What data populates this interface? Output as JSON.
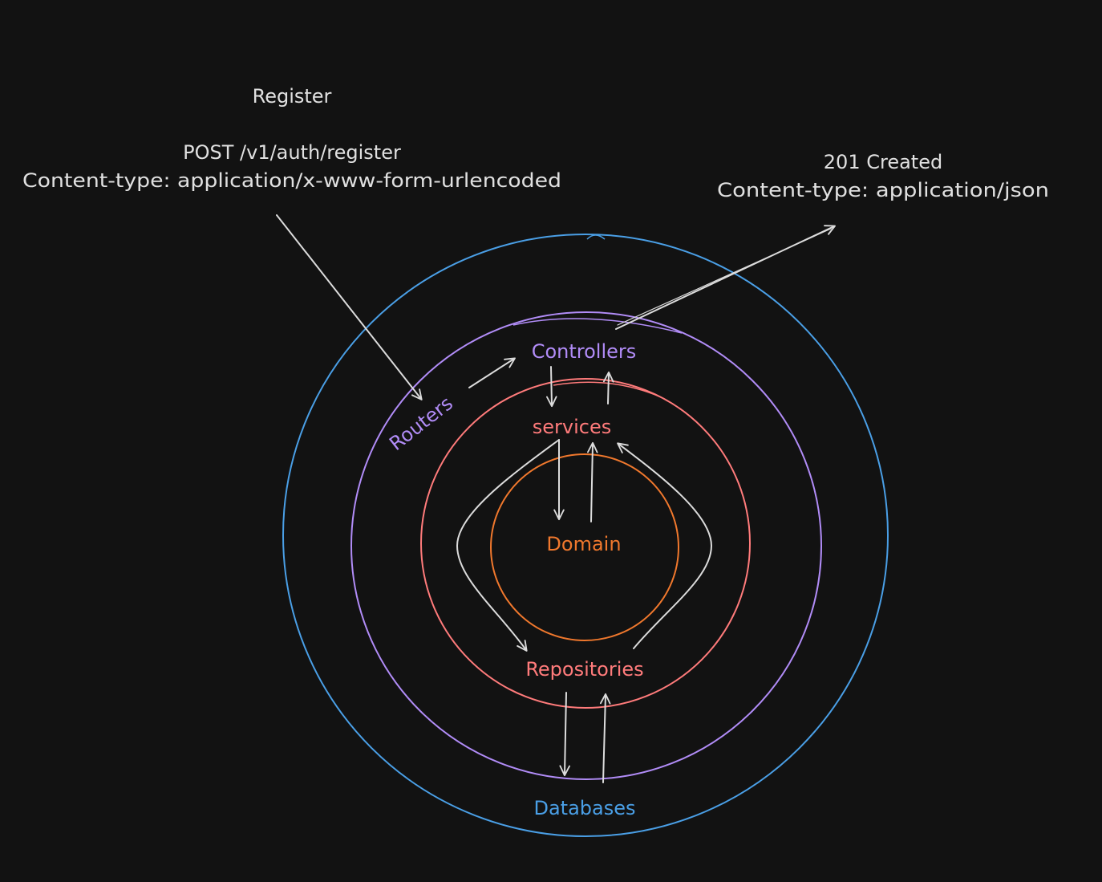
{
  "request": {
    "title": "Register",
    "line1": "POST /v1/auth/register",
    "line2": "Content-type: application/x-www-form-urlencoded"
  },
  "response": {
    "line1": "201 Created",
    "line2": "Content-type: application/json"
  },
  "layers": {
    "databases": {
      "label": "Databases",
      "color": "#4a9fe6"
    },
    "routers": {
      "label": "Routers",
      "color": "#b18cf7"
    },
    "controllers": {
      "label": "Controllers",
      "color": "#b18cf7"
    },
    "services": {
      "label": "services",
      "color": "#ff7b7b"
    },
    "repositories": {
      "label": "Repositories",
      "color": "#ff7b7b"
    },
    "domain": {
      "label": "Domain",
      "color": "#f0782d"
    }
  },
  "arrow_color": "#dcdcdc"
}
